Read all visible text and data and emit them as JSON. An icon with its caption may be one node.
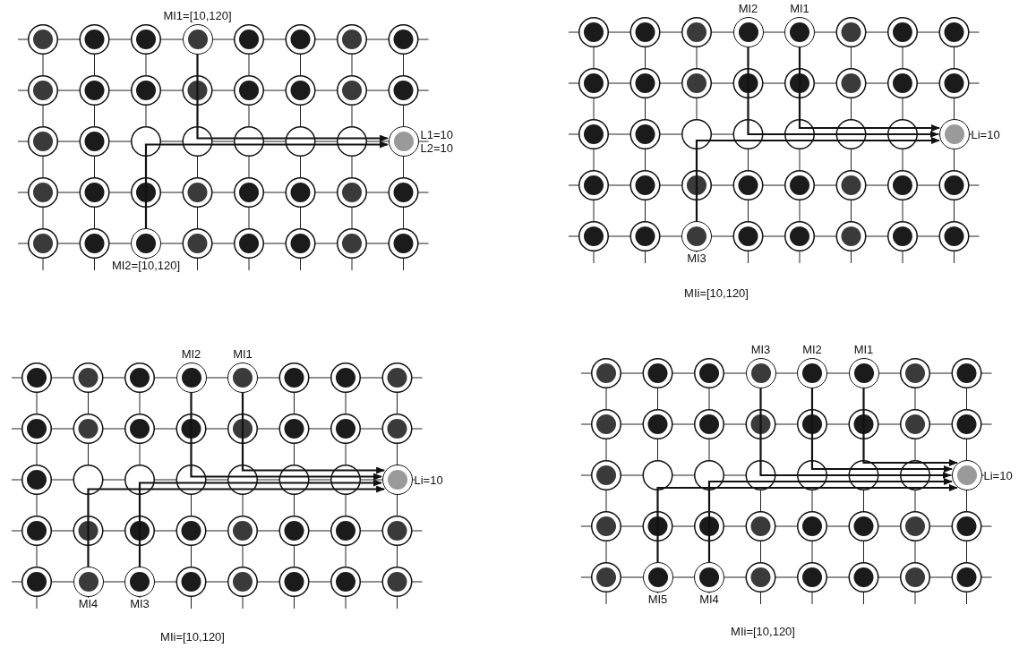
{
  "diagram": {
    "nodes": [
      {
        "text": [],
        "shape": "circle",
        "beside": [
          "MI1=[10,120]"
        ]
      },
      {
        "text": [],
        "shape": "circle",
        "beside": [
          "L1=10",
          "L2=10"
        ]
      },
      {
        "text": [],
        "shape": "circle",
        "beside": [
          "MI2=[10,120]"
        ]
      },
      {
        "text": [],
        "shape": "circle",
        "beside": [
          "MI2"
        ]
      },
      {
        "text": [],
        "shape": "circle",
        "beside": [
          "MI1"
        ]
      },
      {
        "text": [],
        "shape": "circle",
        "beside": [
          "Li=10"
        ]
      },
      {
        "text": [],
        "shape": "circle",
        "beside": [
          "MI3"
        ]
      },
      {
        "text": [],
        "shape": "circle",
        "beside": [
          "MI2"
        ]
      },
      {
        "text": [],
        "shape": "circle",
        "beside": [
          "MI1"
        ]
      },
      {
        "text": [],
        "shape": "circle",
        "beside": [
          "Li=10"
        ]
      },
      {
        "text": [],
        "shape": "circle",
        "beside": [
          "MI4"
        ]
      },
      {
        "text": [],
        "shape": "circle",
        "beside": [
          "MI3"
        ]
      },
      {
        "text": [],
        "shape": "circle",
        "beside": [
          "MI3"
        ]
      },
      {
        "text": [],
        "shape": "circle",
        "beside": [
          "MI2"
        ]
      },
      {
        "text": [],
        "shape": "circle",
        "beside": [
          "MI1"
        ]
      },
      {
        "text": [],
        "shape": "circle",
        "beside": [
          "Li=10"
        ]
      },
      {
        "text": [],
        "shape": "circle",
        "beside": [
          "MI5"
        ]
      },
      {
        "text": [],
        "shape": "circle",
        "beside": [
          "MI4"
        ]
      }
    ],
    "edges": [
      {
        "from": 0,
        "to": 1,
        "arrow": "to"
      },
      {
        "from": 2,
        "to": 1,
        "arrow": "to"
      },
      {
        "from": 4,
        "to": 5,
        "arrow": "to"
      },
      {
        "from": 3,
        "to": 5,
        "arrow": "to"
      },
      {
        "from": 6,
        "to": 5,
        "arrow": "to"
      },
      {
        "from": 8,
        "to": 9,
        "arrow": "to"
      },
      {
        "from": 7,
        "to": 9,
        "arrow": "to"
      },
      {
        "from": 11,
        "to": 9,
        "arrow": "to"
      },
      {
        "from": 10,
        "to": 9,
        "arrow": "to"
      },
      {
        "from": 14,
        "to": 15,
        "arrow": "to"
      },
      {
        "from": 13,
        "to": 15,
        "arrow": "to"
      },
      {
        "from": 12,
        "to": 15,
        "arrow": "to"
      },
      {
        "from": 17,
        "to": 15,
        "arrow": "to"
      },
      {
        "from": 16,
        "to": 15,
        "arrow": "to"
      }
    ],
    "labels": [
      "MIi=[10,120]",
      "MIi=[10,120]",
      "MIi=[10,120]"
    ]
  }
}
